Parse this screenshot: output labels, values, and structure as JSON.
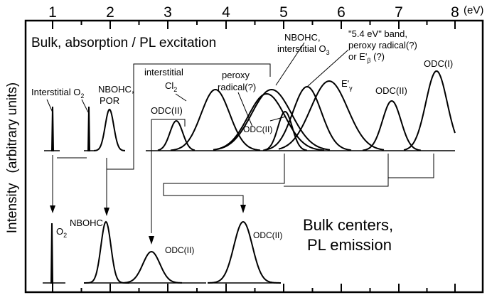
{
  "axis": {
    "ticks": [
      "1",
      "2",
      "3",
      "4",
      "5",
      "6",
      "7",
      "8"
    ],
    "unit": "(eV)",
    "ylabel_intensity": "Intensity",
    "ylabel_units": "(arbitrary units)"
  },
  "panels": {
    "absorption_title": "Bulk, absorption / PL excitation",
    "emission_title_line1": "Bulk centers,",
    "emission_title_line2": "PL emission"
  },
  "labels": {
    "interstitial_o2": "Interstitial O",
    "o2_sub": "2",
    "nbohc_por_1": "NBOHC,",
    "nbohc_por_2": "POR",
    "interstitial_cl2_1": "interstitial",
    "cl2": "Cl",
    "cl2_sub": "2",
    "odc2_a": "ODC(II)",
    "peroxy_1": "peroxy",
    "peroxy_2": "radical(?)",
    "nbohc_io3_1": "NBOHC,",
    "nbohc_io3_2": "interstitial O",
    "o3_sub": "3",
    "band54_1": "\"5.4 eV\" band,",
    "band54_2": "peroxy radical(?)",
    "band54_3": "or E'",
    "band54_beta": "β",
    "band54_q": " (?)",
    "egamma": "E'",
    "egamma_sub": "γ",
    "odc2_b": "ODC(II)",
    "odc2_c": "ODC(II)",
    "odc1": "ODC(I)",
    "em_o2": "O",
    "em_o2_sub": "2",
    "em_nbohc": "NBOHC",
    "em_odc2_a": "ODC(II)",
    "em_odc2_b": "ODC(II)"
  }
}
